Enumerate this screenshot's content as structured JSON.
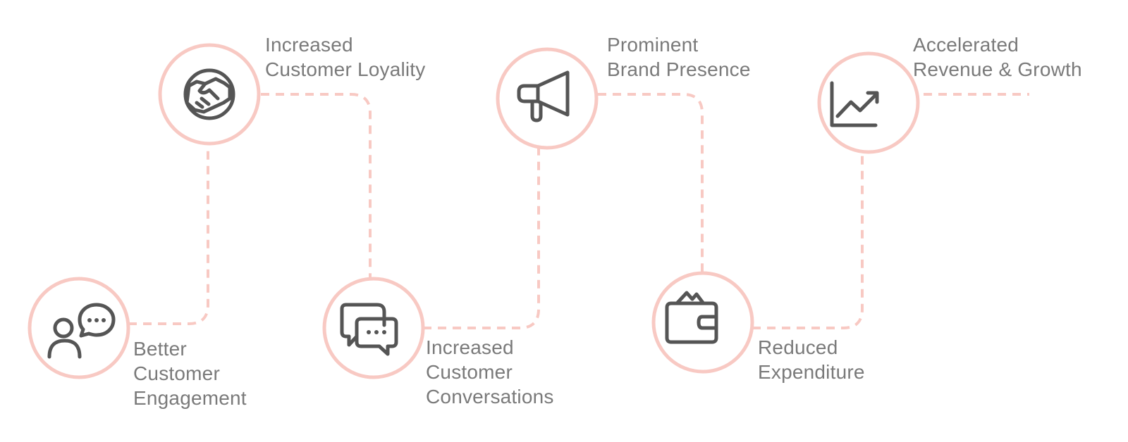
{
  "colors": {
    "accent": "#f8c9c3",
    "icon": "#555555",
    "text": "#7a7a7a"
  },
  "steps": [
    {
      "icon": "chat-user-icon",
      "lines": [
        "Better",
        "Customer",
        "Engagement"
      ]
    },
    {
      "icon": "handshake-icon",
      "lines": [
        "Increased",
        "Customer Loyality"
      ]
    },
    {
      "icon": "conversation-icon",
      "lines": [
        "Increased",
        "Customer",
        "Conversations"
      ]
    },
    {
      "icon": "megaphone-icon",
      "lines": [
        "Prominent",
        "Brand Presence"
      ]
    },
    {
      "icon": "wallet-icon",
      "lines": [
        "Reduced",
        "Expenditure"
      ]
    },
    {
      "icon": "growth-chart-icon",
      "lines": [
        "Accelerated",
        "Revenue & Growth"
      ]
    }
  ]
}
